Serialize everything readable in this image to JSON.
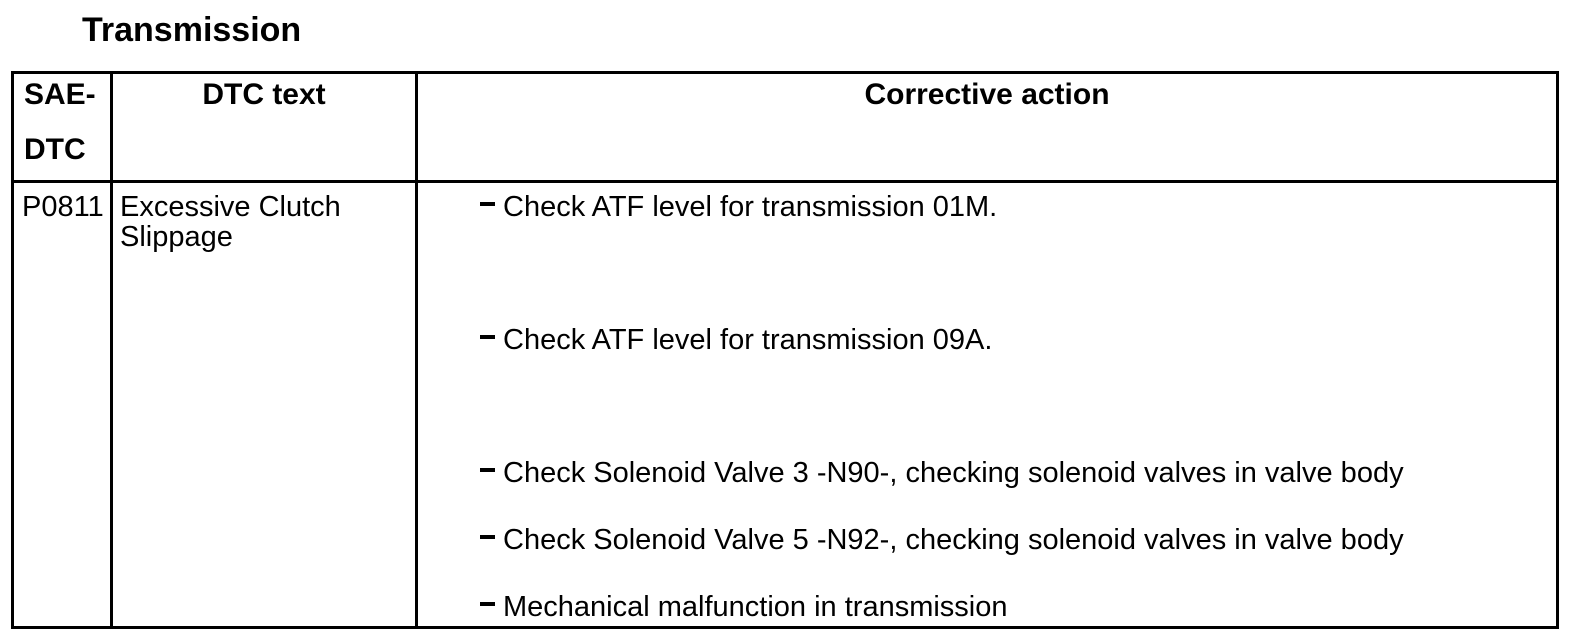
{
  "title": "Transmission",
  "colors": {
    "text": "#000000",
    "border": "#000000",
    "background": "#ffffff"
  },
  "table": {
    "header": {
      "col1_line1": "SAE-",
      "col1_line2": "DTC",
      "col2": "DTC text",
      "col3": "Corrective action"
    },
    "rows": [
      {
        "sae_dtc": "P0811",
        "dtc_text": "Excessive Clutch Slippage",
        "corrective_actions": [
          {
            "text": "Check ATF level for transmission 01M.",
            "gap_after": "large"
          },
          {
            "text": "Check ATF level for transmission 09A.",
            "gap_after": "large"
          },
          {
            "text": "Check Solenoid Valve 3 -N90-, checking solenoid valves in valve body",
            "gap_after": "small"
          },
          {
            "text": "Check Solenoid Valve 5 -N92-, checking solenoid valves in valve body",
            "gap_after": "small"
          },
          {
            "text": "Mechanical malfunction in transmission",
            "gap_after": "none"
          }
        ]
      }
    ]
  }
}
